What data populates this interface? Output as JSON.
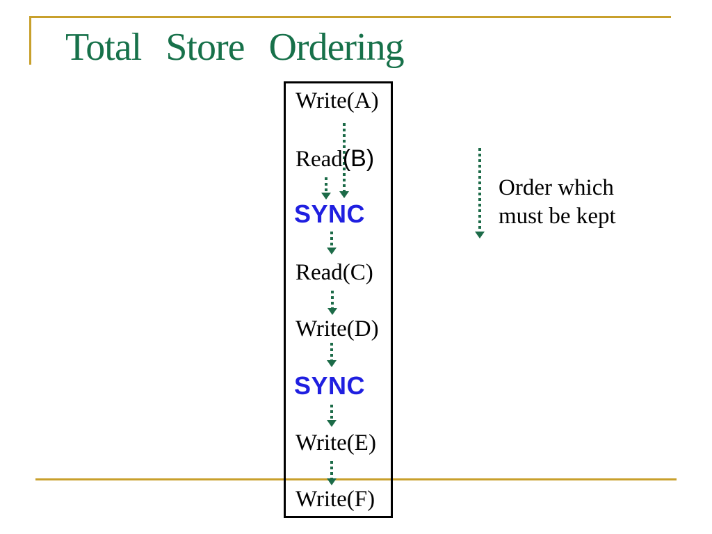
{
  "slide": {
    "title": "Total Store Ordering",
    "colors": {
      "title_green": "#17714A",
      "gold": "#C8A02C",
      "sync_blue": "#1F1FE0",
      "arrow_green": "#1C6B48",
      "text": "#000000",
      "box_border": "#000000",
      "background": "#FFFFFF"
    },
    "box": {
      "items": [
        {
          "label": "Write(A)"
        },
        {
          "label": "Read",
          "suffix": "(B)"
        },
        {
          "label": "SYNC"
        },
        {
          "label": "Read(C)"
        },
        {
          "label": "Write(D)"
        },
        {
          "label": "SYNC"
        },
        {
          "label": "Write(E)"
        },
        {
          "label": "Write(F)"
        }
      ]
    },
    "legend": {
      "line1": "Order which",
      "line2": "must be kept"
    },
    "icons": {
      "arrow": "dotted-down-arrow"
    }
  }
}
